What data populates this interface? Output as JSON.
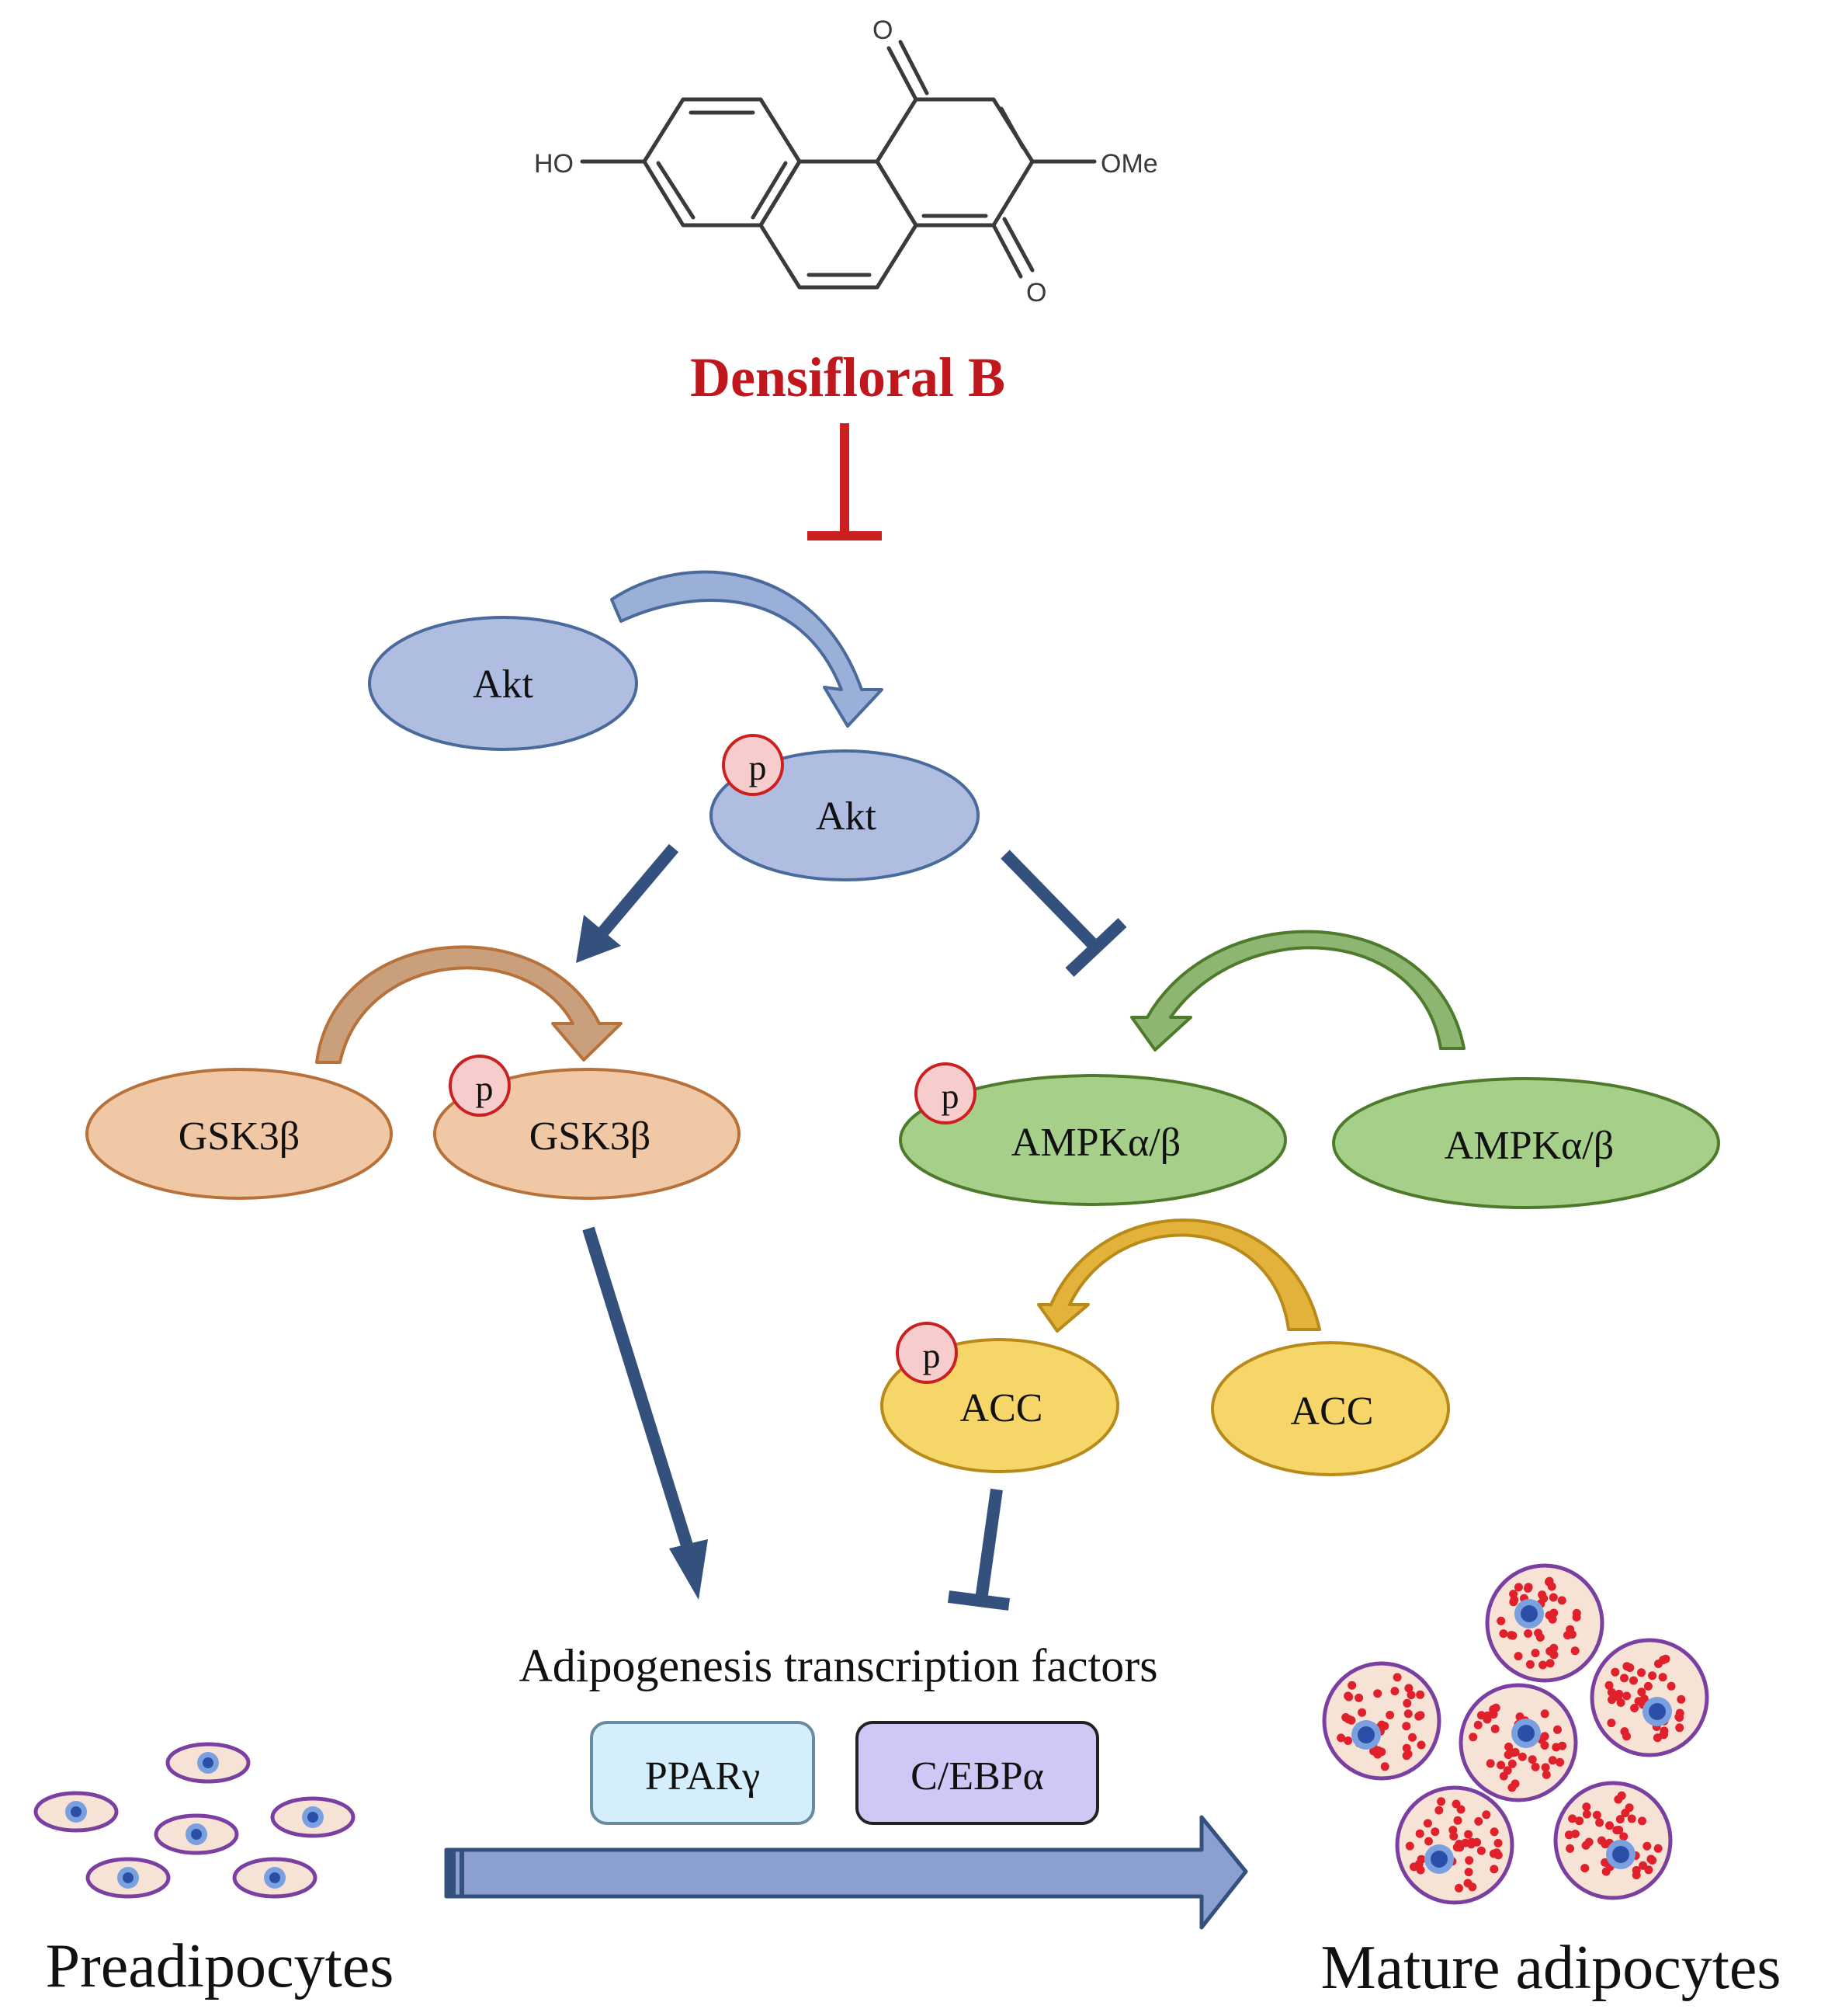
{
  "molecule": {
    "substituent_left": "HO",
    "substituent_right": "OMe",
    "carbonyl_top": "O",
    "carbonyl_bottom": "O"
  },
  "compound_name": "Densifloral B",
  "nodes": {
    "akt": "Akt",
    "p_akt": "Akt",
    "gsk3b": "GSK3β",
    "p_gsk3b": "GSK3β",
    "p_ampk": "AMPKα/β",
    "ampk": "AMPKα/β",
    "p_acc": "ACC",
    "acc": "ACC",
    "phospho_label": "p"
  },
  "transcription": {
    "heading": "Adipogenesis transcription factors",
    "ppar": "PPARγ",
    "cebp": "C/EBPα"
  },
  "cells": {
    "left_label": "Preadipocytes",
    "right_label": "Mature adipocytes"
  },
  "colors": {
    "inhibit_red": "#cc1f1f",
    "name_red": "#c0171c",
    "akt_fill": "#aebde0",
    "akt_stroke": "#4a6a9c",
    "gsk_fill": "#f0c8a6",
    "gsk_stroke": "#b7713b",
    "ampk_fill": "#a6d08a",
    "ampk_stroke": "#4e7a2c",
    "acc_fill": "#f6d668",
    "acc_stroke": "#b88a1a",
    "navy": "#34507c",
    "ppar_fill": "#d4eefc",
    "cebp_fill": "#cdc8f5",
    "p_fill": "#f6cccc",
    "p_stroke": "#cc1f1f"
  }
}
